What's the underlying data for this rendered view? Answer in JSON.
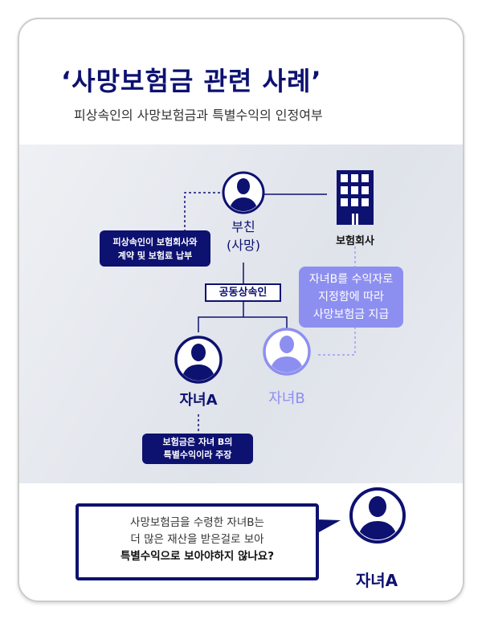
{
  "title": "‘사망보험금 관련 사례’",
  "subtitle": "피상속인의 사망보험금과 특별수익의 인정여부",
  "diagram": {
    "father": {
      "name": "부친",
      "status": "(사망)"
    },
    "insurer": "보험회사",
    "contract_note": [
      "피상속인이 보험회사와",
      "계약 및 보험료 납부"
    ],
    "co_heirs": "공동상속인",
    "payout_note": [
      "자녀B를 수익자로",
      "지정함에 따라",
      "사망보험금 지급"
    ],
    "child_a": "자녀A",
    "child_b": "자녀B",
    "claim_note": [
      "보험금은 자녀 B의",
      "특별수익이라 주장"
    ]
  },
  "speech": {
    "lines": [
      "사망보험금을 수령한 자녀B는",
      "더 많은 재산을 받은걸로 보아"
    ],
    "bold_line": "특별수익으로 보아야하지 않나요?",
    "speaker": "자녀A"
  },
  "colors": {
    "navy": "#0d1170",
    "purple": "#8d8ff0"
  }
}
